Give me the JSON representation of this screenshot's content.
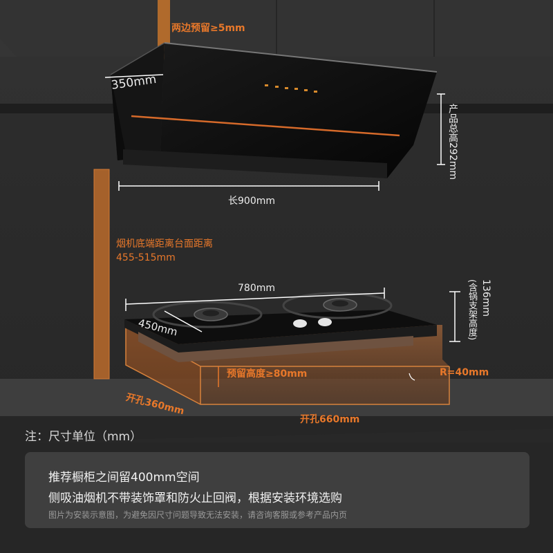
{
  "labels": {
    "side_clearance": "两边预留≥5mm",
    "depth": "350mm",
    "total_height": "产品总高292mm",
    "length": "长900mm",
    "mount_height_title": "烟机底端距离台面距离",
    "mount_height_range": "455-515mm",
    "stove_width": "780mm",
    "stove_height": "136mm",
    "stove_height_note": "(含锅支架高度)",
    "stove_depth": "450mm",
    "reserve_height": "预留高度≥80mm",
    "corner_radius": "R=40mm",
    "cutout_depth": "开孔360mm",
    "cutout_width": "开孔660mm"
  },
  "footer": {
    "unit_note": "注：尺寸单位（mm）",
    "line1": "推荐橱柜之间留400mm空间",
    "line2": "侧吸油烟机不带装饰罩和防火止回阀，根据安装环境选购",
    "line3": "图片为安装示意图，为避免因尺寸问题导致无法安装，请咨询客服或参考产品内页"
  },
  "colors": {
    "accent": "#e8782a",
    "background": "#2b2b2b",
    "panel": "#3f3f3f"
  }
}
